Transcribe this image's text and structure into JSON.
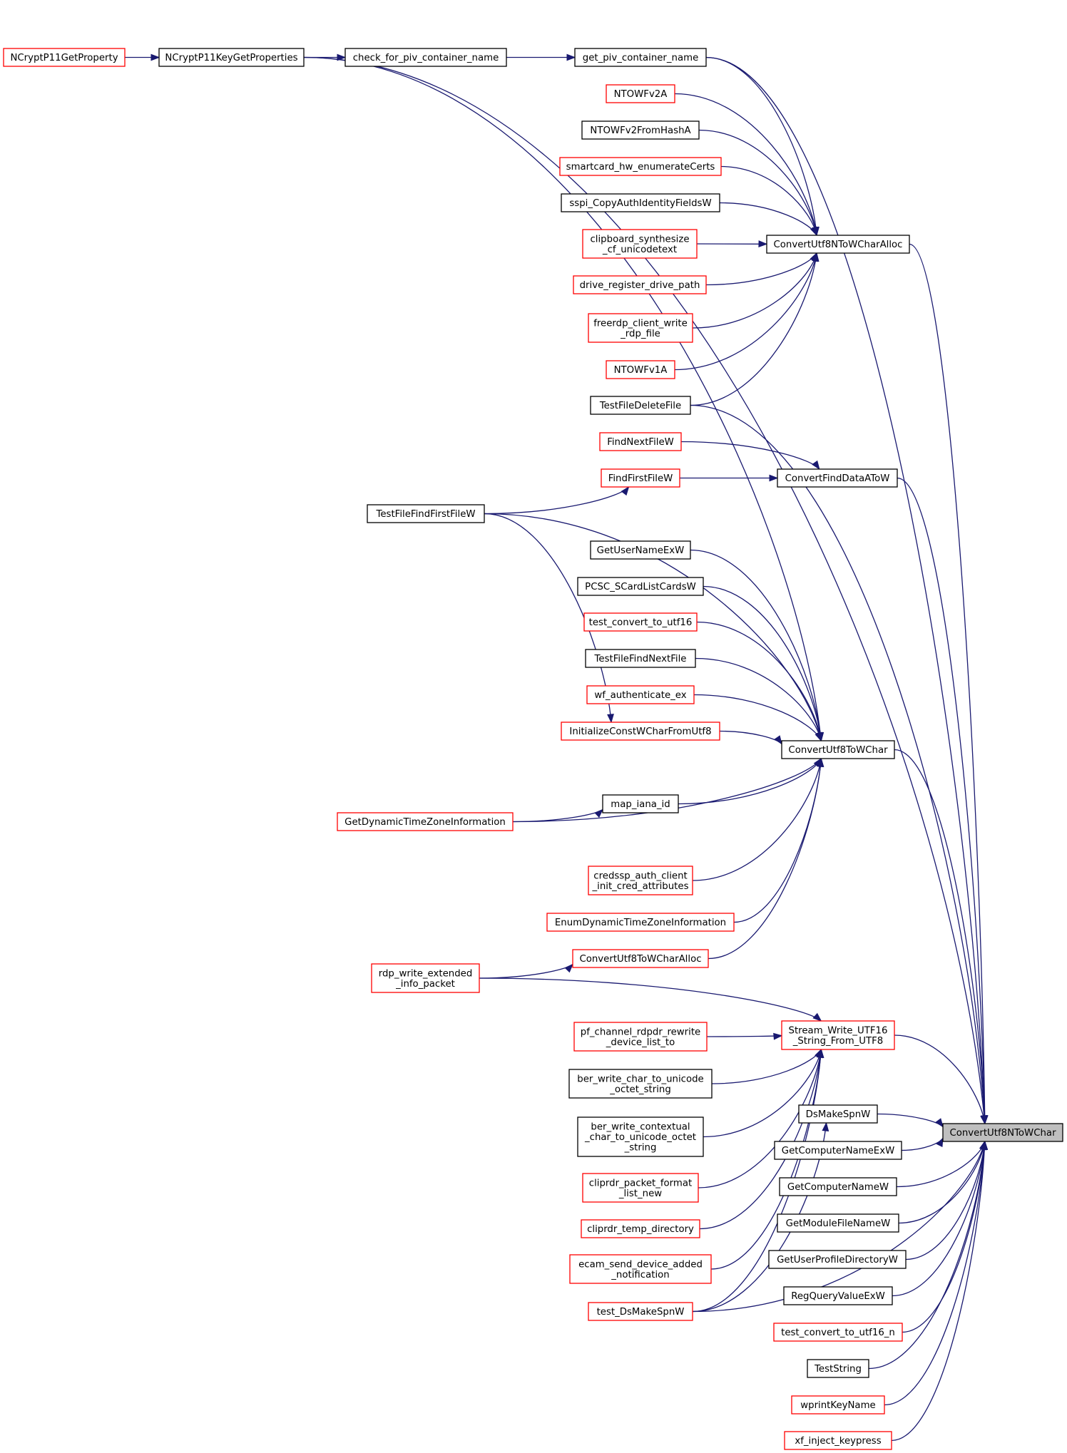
{
  "diagram": {
    "colors": {
      "edge": "#191970",
      "border_black": "#000000",
      "border_red": "#ff0000",
      "fill_default": "#ffffff",
      "fill_selected": "#bfbfbf"
    },
    "nodes": {
      "nc_getproperty": {
        "lines": [
          "NCryptP11GetProperty"
        ],
        "border": "red"
      },
      "nc_keygetprops": {
        "lines": [
          "NCryptP11KeyGetProperties"
        ],
        "border": "black"
      },
      "check_piv": {
        "lines": [
          "check_for_piv_container_name"
        ],
        "border": "black"
      },
      "get_piv": {
        "lines": [
          "get_piv_container_name"
        ],
        "border": "black"
      },
      "ntowfv2a": {
        "lines": [
          "NTOWFv2A"
        ],
        "border": "red"
      },
      "ntowfv2hash": {
        "lines": [
          "NTOWFv2FromHashA"
        ],
        "border": "black"
      },
      "smartcard": {
        "lines": [
          "smartcard_hw_enumerateCerts"
        ],
        "border": "red"
      },
      "sspi_copy": {
        "lines": [
          "sspi_CopyAuthIdentityFieldsW"
        ],
        "border": "black"
      },
      "clipboard": {
        "lines": [
          "clipboard_synthesize",
          "_cf_unicodetext"
        ],
        "border": "red"
      },
      "drive_reg": {
        "lines": [
          "drive_register_drive_path"
        ],
        "border": "red"
      },
      "freerdp_write": {
        "lines": [
          "freerdp_client_write",
          "_rdp_file"
        ],
        "border": "red"
      },
      "ntowfv1a": {
        "lines": [
          "NTOWFv1A"
        ],
        "border": "red"
      },
      "testfiledelete": {
        "lines": [
          "TestFileDeleteFile"
        ],
        "border": "black"
      },
      "conv_n_alloc": {
        "lines": [
          "ConvertUtf8NToWCharAlloc"
        ],
        "border": "black"
      },
      "findnextfilew": {
        "lines": [
          "FindNextFileW"
        ],
        "border": "red"
      },
      "findfirstfilew": {
        "lines": [
          "FindFirstFileW"
        ],
        "border": "red"
      },
      "convertfinddata": {
        "lines": [
          "ConvertFindDataAToW"
        ],
        "border": "black"
      },
      "testfindfirst": {
        "lines": [
          "TestFileFindFirstFileW"
        ],
        "border": "black"
      },
      "getusernameexw": {
        "lines": [
          "GetUserNameExW"
        ],
        "border": "black"
      },
      "pcsc": {
        "lines": [
          "PCSC_SCardListCardsW"
        ],
        "border": "black"
      },
      "test_conv_utf16": {
        "lines": [
          "test_convert_to_utf16"
        ],
        "border": "red"
      },
      "testfindnext": {
        "lines": [
          "TestFileFindNextFile"
        ],
        "border": "black"
      },
      "wf_auth": {
        "lines": [
          "wf_authenticate_ex"
        ],
        "border": "red"
      },
      "initconst": {
        "lines": [
          "InitializeConstWCharFromUtf8"
        ],
        "border": "red"
      },
      "conv_wchar": {
        "lines": [
          "ConvertUtf8ToWChar"
        ],
        "border": "black"
      },
      "map_iana": {
        "lines": [
          "map_iana_id"
        ],
        "border": "black"
      },
      "getdyntz": {
        "lines": [
          "GetDynamicTimeZoneInformation"
        ],
        "border": "red"
      },
      "credssp": {
        "lines": [
          "credssp_auth_client",
          "_init_cred_attributes"
        ],
        "border": "red"
      },
      "enumdyntz": {
        "lines": [
          "EnumDynamicTimeZoneInformation"
        ],
        "border": "red"
      },
      "conv_alloc": {
        "lines": [
          "ConvertUtf8ToWCharAlloc"
        ],
        "border": "red"
      },
      "rdp_write_ext": {
        "lines": [
          "rdp_write_extended",
          "_info_packet"
        ],
        "border": "red"
      },
      "stream_write": {
        "lines": [
          "Stream_Write_UTF16",
          "_String_From_UTF8"
        ],
        "border": "red"
      },
      "pf_channel": {
        "lines": [
          "pf_channel_rdpdr_rewrite",
          "_device_list_to"
        ],
        "border": "red"
      },
      "ber_char": {
        "lines": [
          "ber_write_char_to_unicode",
          "_octet_string"
        ],
        "border": "black"
      },
      "ber_contextual": {
        "lines": [
          "ber_write_contextual",
          "_char_to_unicode_octet",
          "_string"
        ],
        "border": "black"
      },
      "cliprdr_fmt": {
        "lines": [
          "cliprdr_packet_format",
          "_list_new"
        ],
        "border": "red"
      },
      "cliprdr_temp": {
        "lines": [
          "cliprdr_temp_directory"
        ],
        "border": "red"
      },
      "ecam": {
        "lines": [
          "ecam_send_device_added",
          "_notification"
        ],
        "border": "red"
      },
      "test_dsmakespn": {
        "lines": [
          "test_DsMakeSpnW"
        ],
        "border": "red"
      },
      "dsmakespnw": {
        "lines": [
          "DsMakeSpnW"
        ],
        "border": "black"
      },
      "getcompnameex": {
        "lines": [
          "GetComputerNameExW"
        ],
        "border": "black"
      },
      "getcompname": {
        "lines": [
          "GetComputerNameW"
        ],
        "border": "black"
      },
      "getmodule": {
        "lines": [
          "GetModuleFileNameW"
        ],
        "border": "black"
      },
      "getuserprofile": {
        "lines": [
          "GetUserProfileDirectoryW"
        ],
        "border": "black"
      },
      "regquery": {
        "lines": [
          "RegQueryValueExW"
        ],
        "border": "black"
      },
      "test_conv_utf16n": {
        "lines": [
          "test_convert_to_utf16_n"
        ],
        "border": "red"
      },
      "teststring": {
        "lines": [
          "TestString"
        ],
        "border": "black"
      },
      "wprintkey": {
        "lines": [
          "wprintKeyName"
        ],
        "border": "red"
      },
      "xf_inject": {
        "lines": [
          "xf_inject_keypress"
        ],
        "border": "red"
      },
      "conv_n_wchar": {
        "lines": [
          "ConvertUtf8NToWChar"
        ],
        "border": "black",
        "selected": true
      }
    },
    "edges": [
      {
        "from": "nc_getproperty",
        "to": "nc_keygetprops"
      },
      {
        "from": "nc_keygetprops",
        "to": "check_piv"
      },
      {
        "from": "nc_keygetprops",
        "to": "conv_n_wchar"
      },
      {
        "from": "nc_keygetprops",
        "to": "conv_wchar"
      },
      {
        "from": "check_piv",
        "to": "get_piv"
      },
      {
        "from": "get_piv",
        "to": "conv_n_alloc"
      },
      {
        "from": "get_piv",
        "to": "conv_n_wchar"
      },
      {
        "from": "ntowfv2a",
        "to": "conv_n_alloc"
      },
      {
        "from": "ntowfv2hash",
        "to": "conv_n_alloc"
      },
      {
        "from": "smartcard",
        "to": "conv_n_alloc"
      },
      {
        "from": "sspi_copy",
        "to": "conv_n_alloc"
      },
      {
        "from": "clipboard",
        "to": "conv_n_alloc"
      },
      {
        "from": "drive_reg",
        "to": "conv_n_alloc"
      },
      {
        "from": "freerdp_write",
        "to": "conv_n_alloc"
      },
      {
        "from": "ntowfv1a",
        "to": "conv_n_alloc"
      },
      {
        "from": "testfiledelete",
        "to": "conv_n_alloc"
      },
      {
        "from": "testfiledelete",
        "to": "conv_n_wchar"
      },
      {
        "from": "conv_n_alloc",
        "to": "conv_n_wchar"
      },
      {
        "from": "findnextfilew",
        "to": "convertfinddata"
      },
      {
        "from": "findfirstfilew",
        "to": "convertfinddata"
      },
      {
        "from": "testfindfirst",
        "to": "findfirstfilew"
      },
      {
        "from": "testfindfirst",
        "to": "conv_wchar"
      },
      {
        "from": "testfindfirst",
        "to": "initconst"
      },
      {
        "from": "convertfinddata",
        "to": "conv_n_wchar"
      },
      {
        "from": "getusernameexw",
        "to": "conv_wchar"
      },
      {
        "from": "pcsc",
        "to": "conv_wchar"
      },
      {
        "from": "test_conv_utf16",
        "to": "conv_wchar"
      },
      {
        "from": "testfindnext",
        "to": "conv_wchar"
      },
      {
        "from": "wf_auth",
        "to": "conv_wchar"
      },
      {
        "from": "initconst",
        "to": "conv_wchar"
      },
      {
        "from": "conv_wchar",
        "to": "conv_n_wchar"
      },
      {
        "from": "map_iana",
        "to": "conv_wchar"
      },
      {
        "from": "getdyntz",
        "to": "map_iana"
      },
      {
        "from": "getdyntz",
        "to": "conv_wchar"
      },
      {
        "from": "credssp",
        "to": "conv_wchar"
      },
      {
        "from": "enumdyntz",
        "to": "conv_wchar"
      },
      {
        "from": "conv_alloc",
        "to": "conv_wchar"
      },
      {
        "from": "rdp_write_ext",
        "to": "conv_alloc"
      },
      {
        "from": "rdp_write_ext",
        "to": "stream_write"
      },
      {
        "from": "stream_write",
        "to": "conv_n_wchar"
      },
      {
        "from": "pf_channel",
        "to": "stream_write"
      },
      {
        "from": "ber_char",
        "to": "stream_write"
      },
      {
        "from": "ber_contextual",
        "to": "stream_write"
      },
      {
        "from": "cliprdr_fmt",
        "to": "stream_write"
      },
      {
        "from": "cliprdr_temp",
        "to": "stream_write"
      },
      {
        "from": "ecam",
        "to": "stream_write"
      },
      {
        "from": "test_dsmakespn",
        "to": "stream_write"
      },
      {
        "from": "test_dsmakespn",
        "to": "conv_n_wchar"
      },
      {
        "from": "test_dsmakespn",
        "to": "dsmakespnw"
      },
      {
        "from": "dsmakespnw",
        "to": "conv_n_wchar"
      },
      {
        "from": "getcompnameex",
        "to": "conv_n_wchar"
      },
      {
        "from": "getcompname",
        "to": "conv_n_wchar"
      },
      {
        "from": "getmodule",
        "to": "conv_n_wchar"
      },
      {
        "from": "getuserprofile",
        "to": "conv_n_wchar"
      },
      {
        "from": "regquery",
        "to": "conv_n_wchar"
      },
      {
        "from": "test_conv_utf16n",
        "to": "conv_n_wchar"
      },
      {
        "from": "teststring",
        "to": "conv_n_wchar"
      },
      {
        "from": "wprintkey",
        "to": "conv_n_wchar"
      },
      {
        "from": "xf_inject",
        "to": "conv_n_wchar"
      }
    ]
  }
}
